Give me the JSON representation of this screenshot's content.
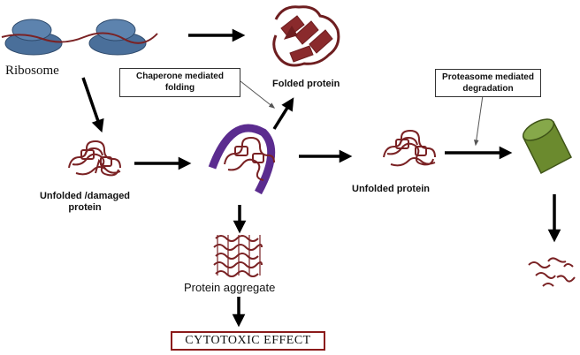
{
  "labels": {
    "ribosome": "Ribosome",
    "chaperone_folding": "Chaperone mediated folding",
    "folded_protein": "Folded protein",
    "proteasome_degradation": "Proteasome mediated degradation",
    "unfolded_damaged_protein": "Unfolded /damaged protein",
    "unfolded_protein": "Unfolded protein",
    "protein_aggregate": "Protein aggregate",
    "cytotoxic_effect": "CYTOTOXIC EFFECT"
  },
  "colors": {
    "ribosome": "#4a6f9a",
    "protein": "#7a2224",
    "chaperone": "#5b2c8f",
    "proteasome": "#6b8a2e",
    "arrow": "#000000",
    "cytotoxic_border": "#8b1a1a"
  }
}
